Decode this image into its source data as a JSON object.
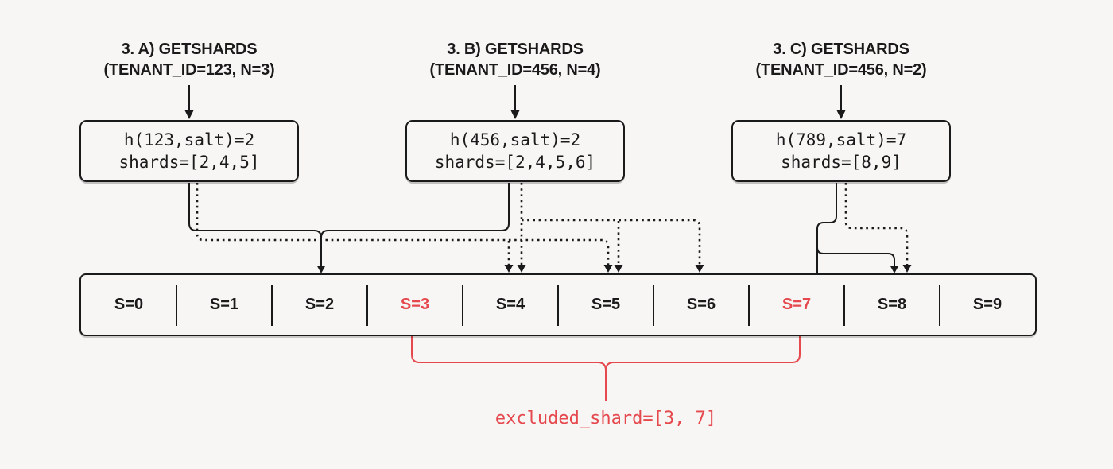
{
  "colors": {
    "background": "#f7f6f4",
    "ink": "#1a1a1a",
    "red": "#e5484d"
  },
  "headers": [
    {
      "line1": "3. A) GETSHARDS",
      "line2": "(TENANT_ID=123, N=3)"
    },
    {
      "line1": "3. B) GETSHARDS",
      "line2": "(TENANT_ID=456, N=4)"
    },
    {
      "line1": "3. C) GETSHARDS",
      "line2": "(TENANT_ID=456, N=2)"
    }
  ],
  "hash_boxes": [
    {
      "line1": "h(123,salt)=2",
      "line2": "shards=[2,4,5]"
    },
    {
      "line1": "h(456,salt)=2",
      "line2": "shards=[2,4,5,6]"
    },
    {
      "line1": "h(789,salt)=7",
      "line2": "shards=[8,9]"
    }
  ],
  "shard_bar": {
    "cells": [
      {
        "label": "S=0"
      },
      {
        "label": "S=1"
      },
      {
        "label": "S=2"
      },
      {
        "label": "S=3"
      },
      {
        "label": "S=4"
      },
      {
        "label": "S=5"
      },
      {
        "label": "S=6"
      },
      {
        "label": "S=7"
      },
      {
        "label": "S=8"
      },
      {
        "label": "S=9"
      }
    ],
    "excluded_indices": [
      3,
      7
    ]
  },
  "exclusion": {
    "label": "excluded_shard=[3, 7]"
  }
}
